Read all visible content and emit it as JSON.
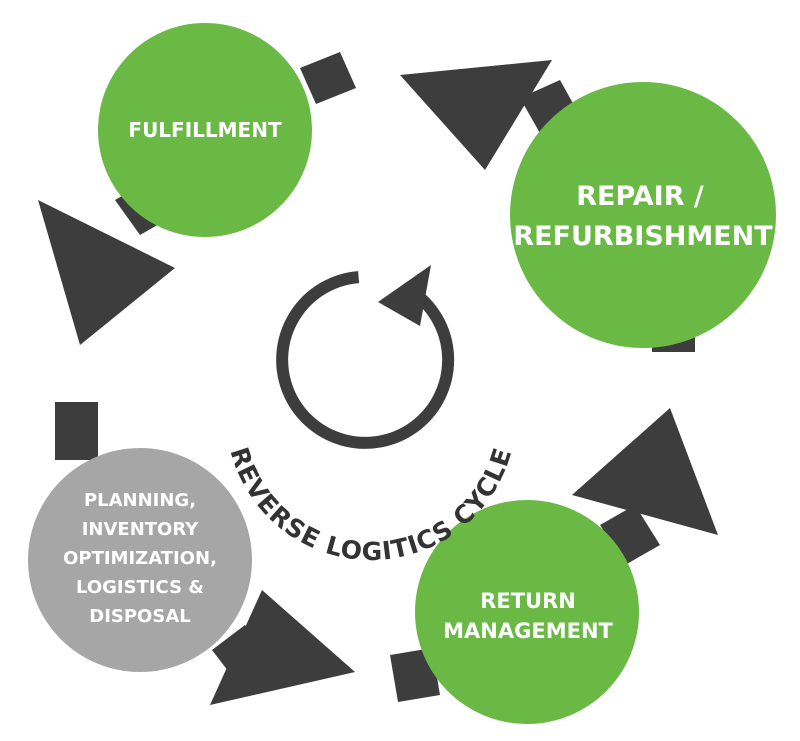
{
  "diagram": {
    "center_label": "REVERSE LOGITICS CYCLE",
    "colors": {
      "green": "#6ab945",
      "gray": "#a6a6a6",
      "arrow": "#3d3d3d",
      "text": "#ffffff"
    },
    "nodes": {
      "fulfillment": {
        "line1": "FULFILLMENT"
      },
      "repair": {
        "line1": "REPAIR /",
        "line2": "REFURBISHMENT"
      },
      "return": {
        "line1": "RETURN",
        "line2": "MANAGEMENT"
      },
      "planning": {
        "line1": "PLANNING,",
        "line2": "INVENTORY",
        "line3": "OPTIMIZATION,",
        "line4": "LOGISTICS &",
        "line5": "DISPOSAL"
      }
    }
  }
}
